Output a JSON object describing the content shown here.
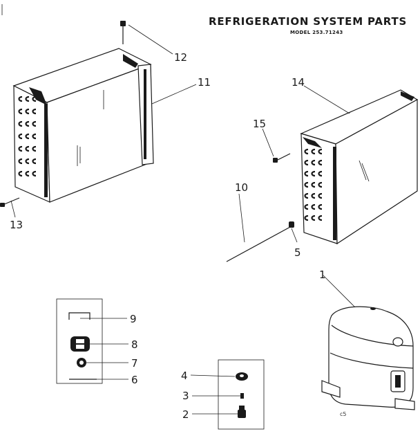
{
  "diagram": {
    "title": "REFRIGERATION SYSTEM PARTS",
    "model": "MODEL 253.71243",
    "footer_code": "c5",
    "callouts": {
      "c1": "1",
      "c2": "2",
      "c3": "3",
      "c4": "4",
      "c5": "5",
      "c6": "6",
      "c7": "7",
      "c8": "8",
      "c9": "9",
      "c10": "10",
      "c11": "11",
      "c12": "12",
      "c13": "13",
      "c14": "14",
      "c15": "15"
    }
  }
}
